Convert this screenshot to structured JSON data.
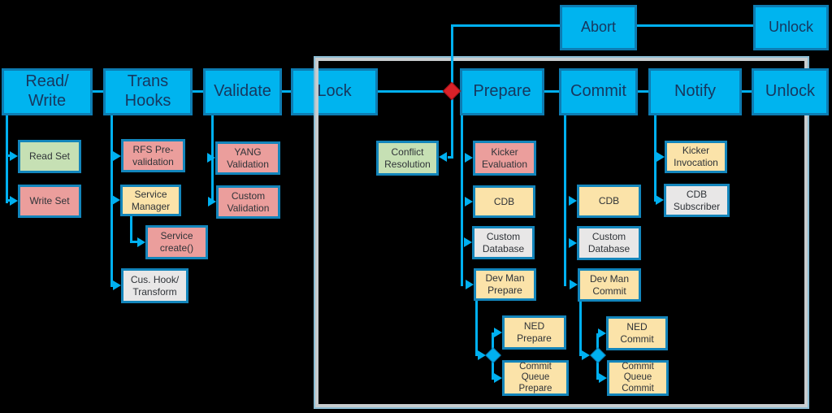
{
  "top_row": {
    "abort": "Abort",
    "unlock": "Unlock"
  },
  "phases": {
    "read_write": "Read/\nWrite",
    "trans_hooks": "Trans\nHooks",
    "validate": "Validate",
    "lock": "Lock",
    "prepare": "Prepare",
    "commit": "Commit",
    "notify": "Notify",
    "unlock": "Unlock"
  },
  "read_write_children": {
    "read_set": "Read Set",
    "write_set": "Write Set"
  },
  "trans_hooks_children": {
    "rfs_pre_validation": "RFS Pre-\nvalidation",
    "service_manager": "Service\nManager",
    "service_create": "Service\ncreate()",
    "cus_hook_transform": "Cus. Hook/\nTransform"
  },
  "validate_children": {
    "yang_validation": "YANG\nValidation",
    "custom_validation": "Custom\nValidation"
  },
  "lock_children": {
    "conflict_resolution": "Conflict\nResolution"
  },
  "prepare_children": {
    "kicker_evaluation": "Kicker\nEvaluation",
    "cdb": "CDB",
    "custom_database": "Custom\nDatabase",
    "dev_man_prepare": "Dev Man\nPrepare",
    "ned_prepare": "NED\nPrepare",
    "commit_queue_prepare": "Commit\nQueue\nPrepare"
  },
  "commit_children": {
    "cdb": "CDB",
    "custom_database": "Custom\nDatabase",
    "dev_man_commit": "Dev Man\nCommit",
    "ned_commit": "NED\nCommit",
    "commit_queue_commit": "Commit\nQueue\nCommit"
  },
  "notify_children": {
    "kicker_invocation": "Kicker\nInvocation",
    "cdb_subscriber": "CDB\nSubscriber"
  },
  "colors": {
    "phase_fill": "#00b4ef",
    "phase_border": "#0d7cb2",
    "connector": "#00b0f0",
    "green_fill": "#c6e0b4",
    "pink_fill": "#eb9e9c",
    "tan_fill": "#fbe3a9",
    "gray_fill": "#e8e7e7",
    "phase_text": "#17375e",
    "sub_text": "#2f3338",
    "frame_gray": "#c8ccce",
    "frame_blue": "#8cbdd4",
    "conflict_diamond": "#da2128",
    "background": "#000000"
  }
}
